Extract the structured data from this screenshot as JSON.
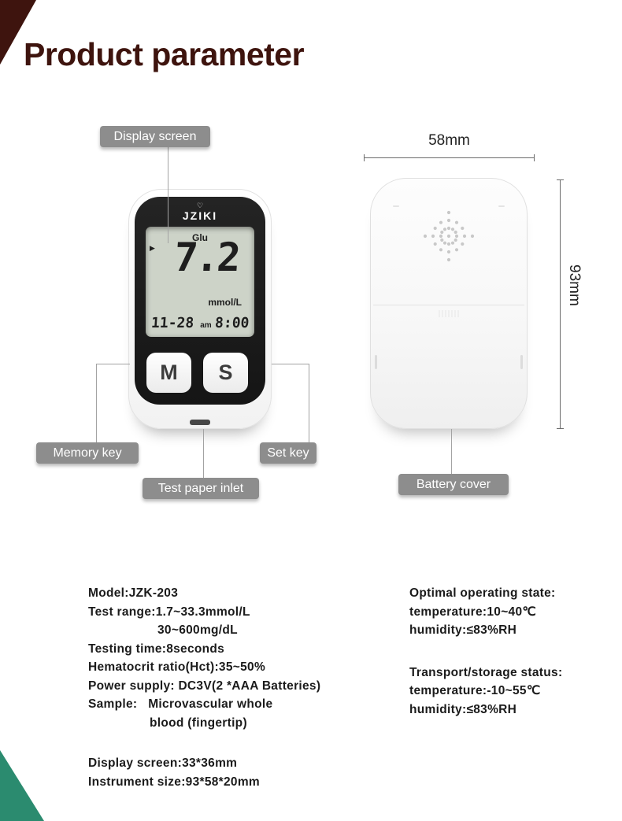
{
  "title": "Product parameter",
  "colors": {
    "title": "#3e140e",
    "top_accent": "#3e140e",
    "bottom_accent": "#2b8b6f",
    "callout_bg": "#8d8d8d",
    "callout_text": "#ffffff",
    "lcd_bg": "#cdd3c8"
  },
  "callouts": {
    "display_screen": "Display screen",
    "memory_key": "Memory key",
    "set_key": "Set key",
    "test_paper_inlet": "Test paper inlet",
    "battery_cover": "Battery cover"
  },
  "device": {
    "brand": "JZIKI",
    "lcd": {
      "label": "Glu",
      "value": "7.2",
      "unit": "mmol/L",
      "date": "11-28",
      "meridiem": "am",
      "time": "8:00"
    },
    "memory_button": "M",
    "set_button": "S"
  },
  "icons": {
    "heart": "♡",
    "drop_indicator": "▶"
  },
  "dimensions": {
    "width_label": "58mm",
    "height_label": "93mm"
  },
  "specs": {
    "left": [
      "Model:JZK-203",
      "Test range:1.7~33.3mmol/L",
      "30~600mg/dL",
      "Testing time:8seconds",
      "Hematocrit ratio(Hct):35~50%",
      "Power supply: DC3V(2 *AAA Batteries)",
      "Sample:   Microvascular whole",
      "blood (fingertip)",
      "Display screen:33*36mm",
      "Instrument size:93*58*20mm"
    ],
    "right": [
      "Optimal operating state:",
      "temperature:10~40℃",
      "humidity:≤83%RH",
      "Transport/storage status:",
      "temperature:-10~55℃",
      "humidity:≤83%RH"
    ]
  }
}
